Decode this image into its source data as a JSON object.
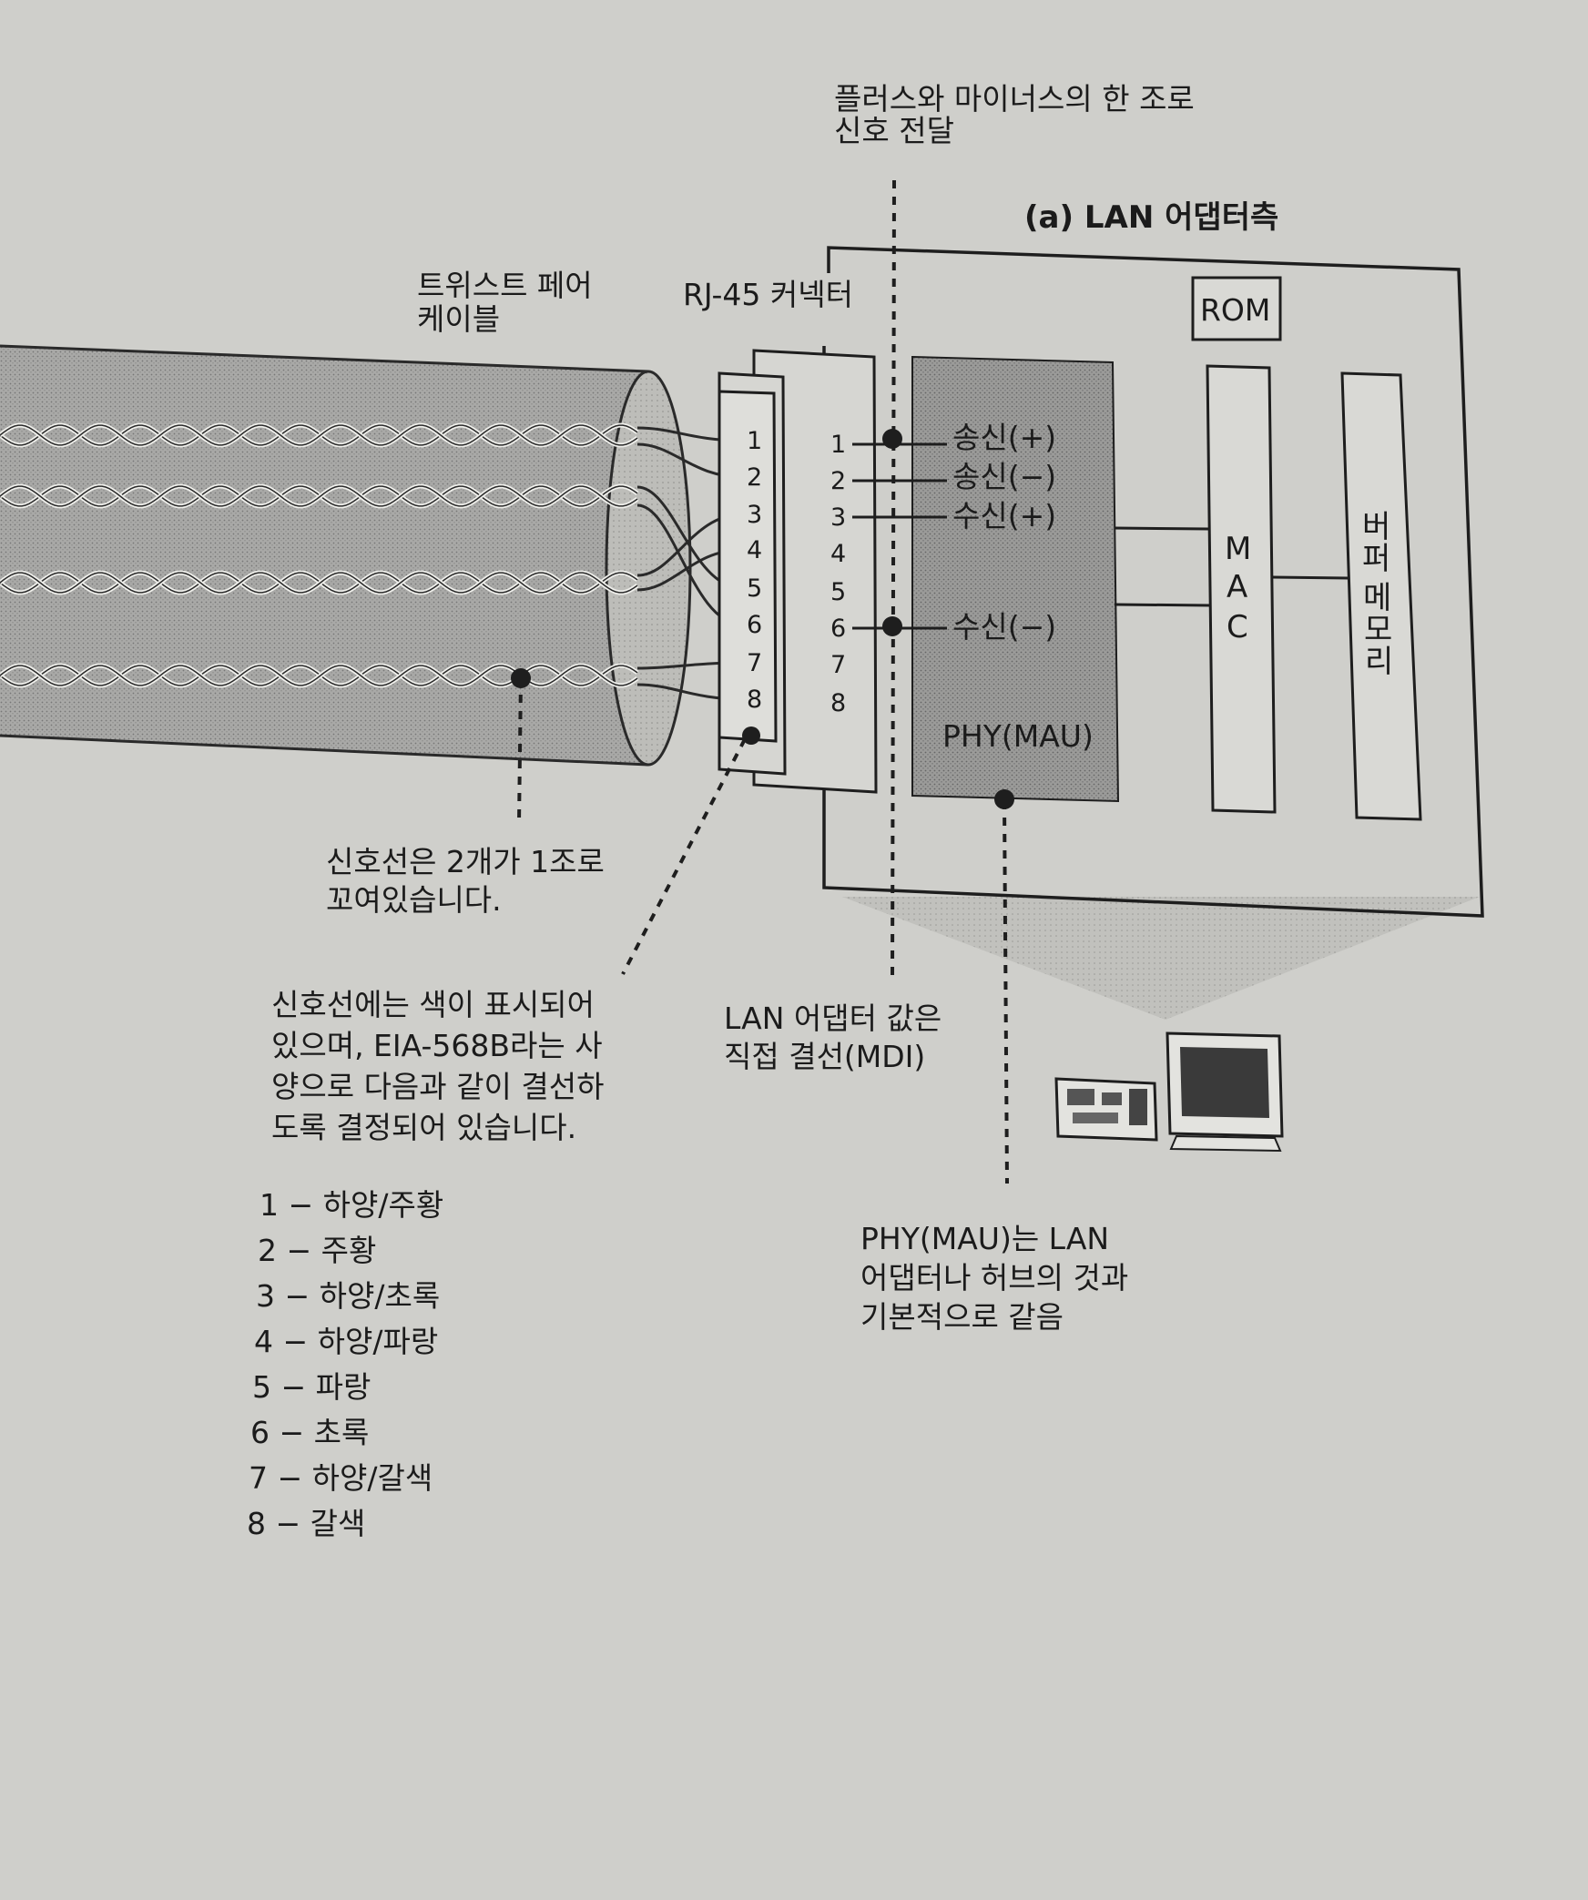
{
  "header_note": [
    "플러스와 마이너스의 한 조로",
    "신호 전달"
  ],
  "panel_title": "(a) LAN 어댑터측",
  "cable_label": [
    "트위스트 페어",
    "케이블"
  ],
  "connector_label": "RJ-45 커넥터",
  "rom_label": "ROM",
  "mac_label": [
    "M",
    "A",
    "C"
  ],
  "buffer_label": [
    "버",
    "퍼",
    "",
    "메",
    "모",
    "리"
  ],
  "phy_label": "PHY(MAU)",
  "cable_pins": [
    "1",
    "2",
    "3",
    "4",
    "5",
    "6",
    "7",
    "8"
  ],
  "connector_pins": [
    "1",
    "2",
    "3",
    "4",
    "5",
    "6",
    "7",
    "8"
  ],
  "signals": [
    "송신(+)",
    "송신(−)",
    "수신(+)",
    "수신(−)"
  ],
  "twist_note": [
    "신호선은 2개가 1조로",
    "꼬여있습니다."
  ],
  "color_note": [
    "신호선에는 색이 표시되어",
    "있으며, EIA-568B라는 사",
    "양으로 다음과 같이 결선하",
    "도록 결정되어 있습니다."
  ],
  "wire_colors": [
    "1 − 하양/주황",
    "2 − 주황",
    "3 − 하양/초록",
    "4 − 하양/파랑",
    "5 − 파랑",
    "6 − 초록",
    "7 − 하양/갈색",
    "8 − 갈색"
  ],
  "mdi_note": [
    "LAN 어댑터 값은",
    "직접 결선(MDI)"
  ],
  "phy_note": [
    "PHY(MAU)는 LAN",
    "어댑터나 허브의 것과",
    "기본적으로 같음"
  ]
}
